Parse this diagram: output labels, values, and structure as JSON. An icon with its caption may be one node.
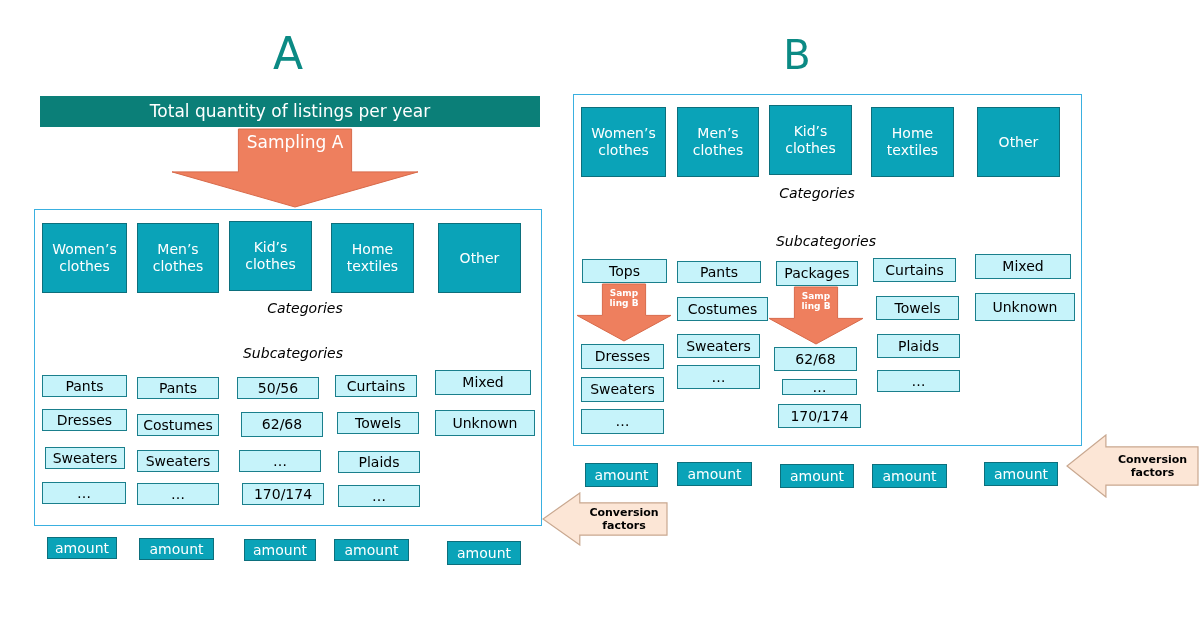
{
  "diagram": {
    "nodes": [
      {
        "text": [
          "Total quantity of listings per year"
        ]
      },
      {
        "text": [],
        "shape": "box"
      },
      {
        "text": [
          "Women’s clothes"
        ],
        "in": 1
      },
      {
        "text": [
          "Men’s clothes"
        ],
        "in": 1
      },
      {
        "text": [
          "Kid’s clothes"
        ],
        "in": 1
      },
      {
        "text": [
          "Home textiles"
        ],
        "in": 1
      },
      {
        "text": [
          "Other"
        ],
        "in": 1
      },
      {
        "text": [
          "Pants"
        ],
        "in": 1
      },
      {
        "text": [
          "Pants"
        ],
        "in": 1
      },
      {
        "text": [
          "50/56"
        ],
        "in": 1
      },
      {
        "text": [
          "Curtains"
        ],
        "in": 1
      },
      {
        "text": [
          "Mixed"
        ],
        "in": 1
      },
      {
        "text": [
          "Dresses"
        ],
        "in": 1
      },
      {
        "text": [
          "Costumes"
        ],
        "in": 1
      },
      {
        "text": [
          "62/68"
        ],
        "in": 1
      },
      {
        "text": [
          "Towels"
        ],
        "in": 1
      },
      {
        "text": [
          "Unknown"
        ],
        "in": 1
      },
      {
        "text": [
          "Sweaters"
        ],
        "in": 1
      },
      {
        "text": [
          "Sweaters"
        ],
        "in": 1
      },
      {
        "text": [
          "…"
        ],
        "in": 1
      },
      {
        "text": [
          "Plaids"
        ],
        "in": 1
      },
      {
        "text": [
          "…"
        ],
        "in": 1
      },
      {
        "text": [
          "…"
        ],
        "in": 1
      },
      {
        "text": [
          "170/174"
        ],
        "in": 1
      },
      {
        "text": [
          "…"
        ],
        "in": 1
      },
      {
        "text": [
          "amount"
        ]
      },
      {
        "text": [
          "amount"
        ]
      },
      {
        "text": [
          "amount"
        ]
      },
      {
        "text": [
          "amount"
        ]
      },
      {
        "text": [
          "amount"
        ]
      },
      {
        "text": [
          "Conversion factors"
        ]
      },
      {
        "text": [],
        "shape": "box"
      },
      {
        "text": [
          "Women’s clothes"
        ],
        "in": 31
      },
      {
        "text": [
          "Men’s clothes"
        ],
        "in": 31
      },
      {
        "text": [
          "Kid’s clothes"
        ],
        "in": 31
      },
      {
        "text": [
          "Home textiles"
        ],
        "in": 31
      },
      {
        "text": [
          "Other"
        ],
        "in": 31
      },
      {
        "text": [
          "Tops"
        ],
        "in": 31
      },
      {
        "text": [
          "Dresses"
        ],
        "in": 31
      },
      {
        "text": [
          "Sweaters"
        ],
        "in": 31
      },
      {
        "text": [
          "…"
        ],
        "in": 31
      },
      {
        "text": [
          "Pants"
        ],
        "in": 31
      },
      {
        "text": [
          "Costumes"
        ],
        "in": 31
      },
      {
        "text": [
          "Sweaters"
        ],
        "in": 31
      },
      {
        "text": [
          "…"
        ],
        "in": 31
      },
      {
        "text": [
          "Packages"
        ],
        "in": 31
      },
      {
        "text": [
          "62/68"
        ],
        "in": 31
      },
      {
        "text": [
          "…"
        ],
        "in": 31
      },
      {
        "text": [
          "170/174"
        ],
        "in": 31
      },
      {
        "text": [
          "Curtains"
        ],
        "in": 31
      },
      {
        "text": [
          "Towels"
        ],
        "in": 31
      },
      {
        "text": [
          "Plaids"
        ],
        "in": 31
      },
      {
        "text": [
          "…"
        ],
        "in": 31
      },
      {
        "text": [
          "Mixed"
        ],
        "in": 31
      },
      {
        "text": [
          "Unknown"
        ],
        "in": 31
      },
      {
        "text": [
          "amount"
        ]
      },
      {
        "text": [
          "amount"
        ]
      },
      {
        "text": [
          "amount"
        ]
      },
      {
        "text": [
          "amount"
        ]
      },
      {
        "text": [
          "amount"
        ]
      },
      {
        "text": [
          "Conversion factors"
        ]
      }
    ],
    "edges": [
      {
        "from": 0,
        "to": 1,
        "arrow": "to",
        "label": "Sampling A",
        "style": "thick"
      },
      {
        "from": 37,
        "to": 38,
        "arrow": "to",
        "label": "Samp ling B",
        "style": "thick"
      },
      {
        "from": 45,
        "to": 46,
        "arrow": "to",
        "label": "Samp ling B",
        "style": "thick"
      }
    ],
    "labels": [
      "A",
      "B",
      "Categories",
      "Subcategories",
      "Categories",
      "Subcategories"
    ]
  }
}
